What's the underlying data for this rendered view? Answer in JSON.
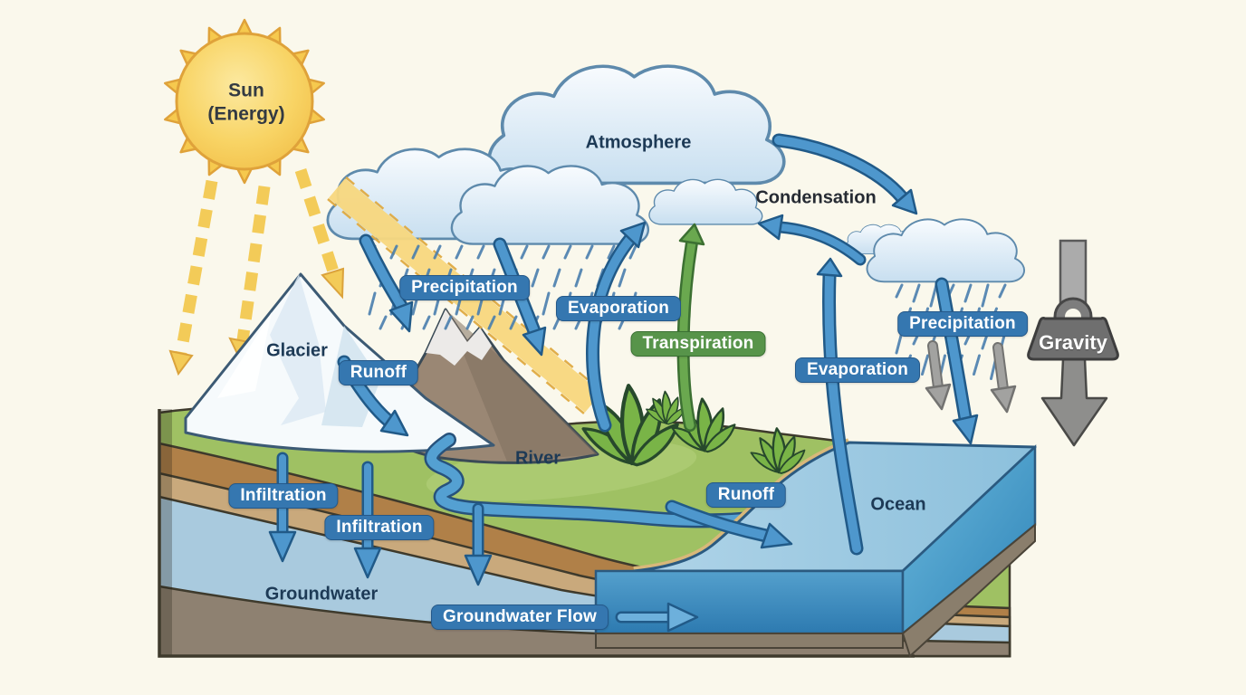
{
  "sun": {
    "line1": "Sun",
    "line2": "(Energy)"
  },
  "sky": {
    "atmosphere": "Atmosphere",
    "condensation": "Condensation"
  },
  "process_labels": {
    "precipitation_left": "Precipitation",
    "evaporation_mid": "Evaporation",
    "transpiration": "Transpiration",
    "evaporation_right": "Evaporation",
    "precipitation_right": "Precipitation",
    "runoff_left": "Runoff",
    "runoff_right": "Runoff",
    "infiltration_upper": "Infiltration",
    "infiltration_lower": "Infiltration",
    "groundwater_flow": "Groundwater Flow"
  },
  "place_labels": {
    "glacier": "Glacier",
    "river": "River",
    "ocean": "Ocean",
    "groundwater": "Groundwater"
  },
  "forces": {
    "gravity": "Gravity"
  },
  "colors": {
    "background": "#faf8ec",
    "badge_blue": "#3577b0",
    "badge_green": "#57944a",
    "arrow_blue": "#4e97cd",
    "arrow_green": "#6aa84f",
    "arrow_gray": "#a2a2a0",
    "label_navy": "#1d3a56",
    "sun_yellow": "#f6c94e",
    "ray_yellow": "#f3cb58",
    "cloud_fill": "#dcebf6",
    "land_green": "#9fc163",
    "soil_brown": "#b08048",
    "soil_tan": "#c9a97c",
    "groundwater_blue": "#a9cade",
    "bedrock_gray": "#8e8171",
    "ocean_blue": "#4f9bca"
  }
}
